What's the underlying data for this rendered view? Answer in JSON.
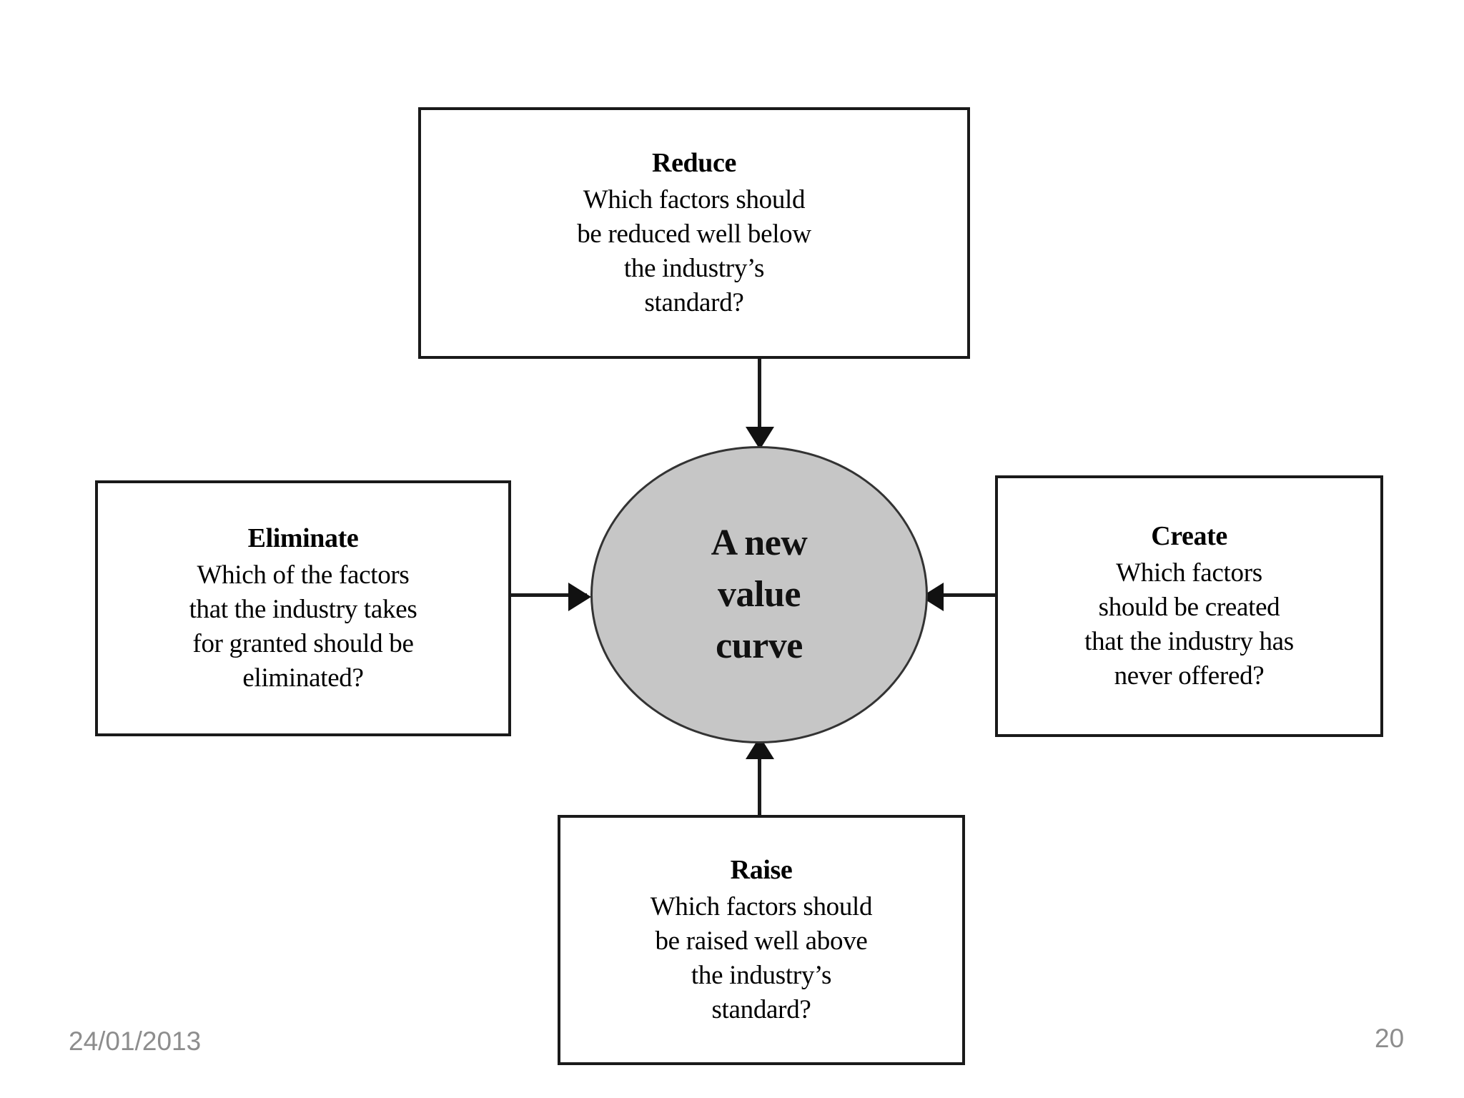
{
  "slide": {
    "background_color": "#ffffff",
    "footer": {
      "date": "24/01/2013",
      "page_number": "20"
    }
  },
  "diagram": {
    "type": "four-actions-framework",
    "center": {
      "shape": "ellipse",
      "fill_color": "#c6c6c6",
      "border_color": "#333333",
      "label": "A new value curve"
    },
    "nodes": {
      "reduce": {
        "title": "Reduce",
        "lines": [
          "Which factors should",
          "be reduced well below",
          "the industry’s",
          "standard?"
        ],
        "position": "top",
        "arrow_direction": "down"
      },
      "eliminate": {
        "title": "Eliminate",
        "lines": [
          "Which of the factors",
          "that the industry takes",
          "for granted should be",
          "eliminated?"
        ],
        "position": "left",
        "arrow_direction": "right"
      },
      "create": {
        "title": "Create",
        "lines": [
          "Which factors",
          "should be created",
          "that the industry has",
          "never offered?"
        ],
        "position": "right",
        "arrow_direction": "left"
      },
      "raise": {
        "title": "Raise",
        "lines": [
          "Which factors should",
          "be raised well above",
          "the industry’s",
          "standard?"
        ],
        "position": "bottom",
        "arrow_direction": "up"
      }
    }
  }
}
